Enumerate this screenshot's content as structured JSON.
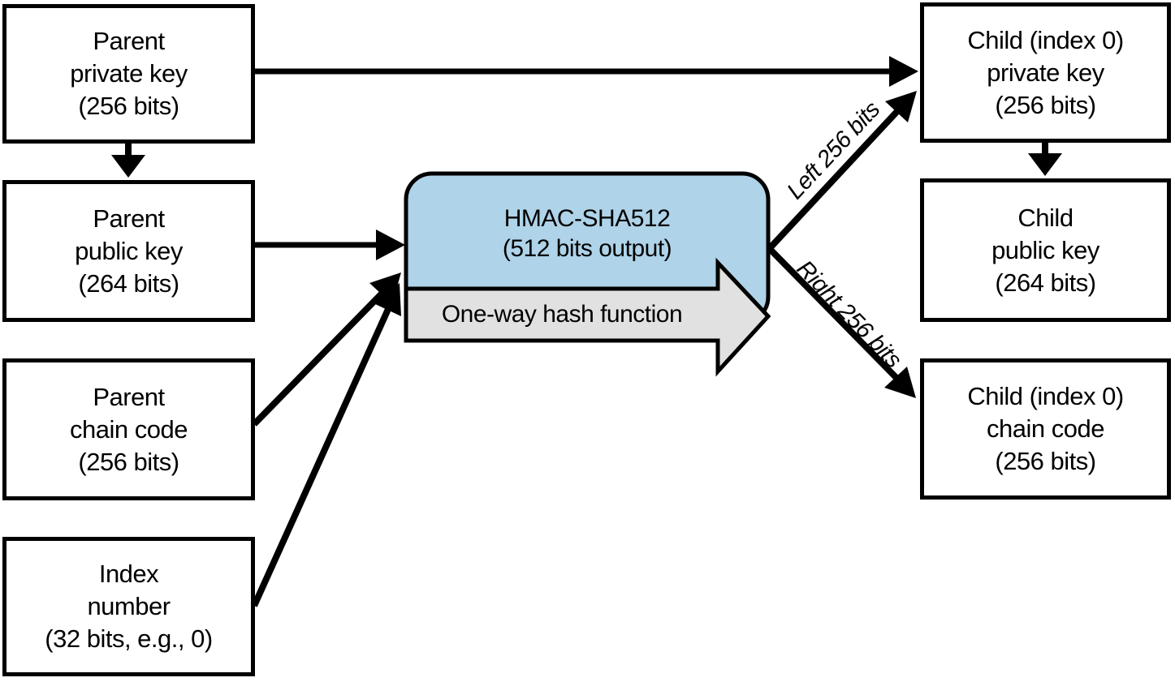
{
  "left_column": [
    {
      "id": "parent-private-key",
      "lines": [
        "Parent",
        "private key",
        "(256 bits)"
      ]
    },
    {
      "id": "parent-public-key",
      "lines": [
        "Parent",
        "public key",
        "(264 bits)"
      ]
    },
    {
      "id": "parent-chain-code",
      "lines": [
        "Parent",
        "chain code",
        "(256 bits)"
      ]
    },
    {
      "id": "index-number",
      "lines": [
        "Index",
        "number",
        "(32 bits, e.g., 0)"
      ]
    }
  ],
  "right_column": [
    {
      "id": "child-private-key",
      "lines": [
        "Child (index 0)",
        "private key",
        "(256 bits)"
      ]
    },
    {
      "id": "child-public-key",
      "lines": [
        "Child",
        "public key",
        "(264 bits)"
      ]
    },
    {
      "id": "child-chain-code",
      "lines": [
        "Child (index 0)",
        "chain code",
        "(256 bits)"
      ]
    }
  ],
  "hmac_box": {
    "lines": [
      "HMAC-SHA512",
      "(512 bits output)"
    ]
  },
  "hash_arrow": {
    "label": "One-way hash function"
  },
  "edge_labels": {
    "left": "Left 256 bits",
    "right": "Right 256 bits"
  },
  "colors": {
    "hmac_fill": "#afd3e8",
    "hash_arrow_fill": "#e1e1e1",
    "line": "#000000",
    "box_background": "#ffffff"
  }
}
